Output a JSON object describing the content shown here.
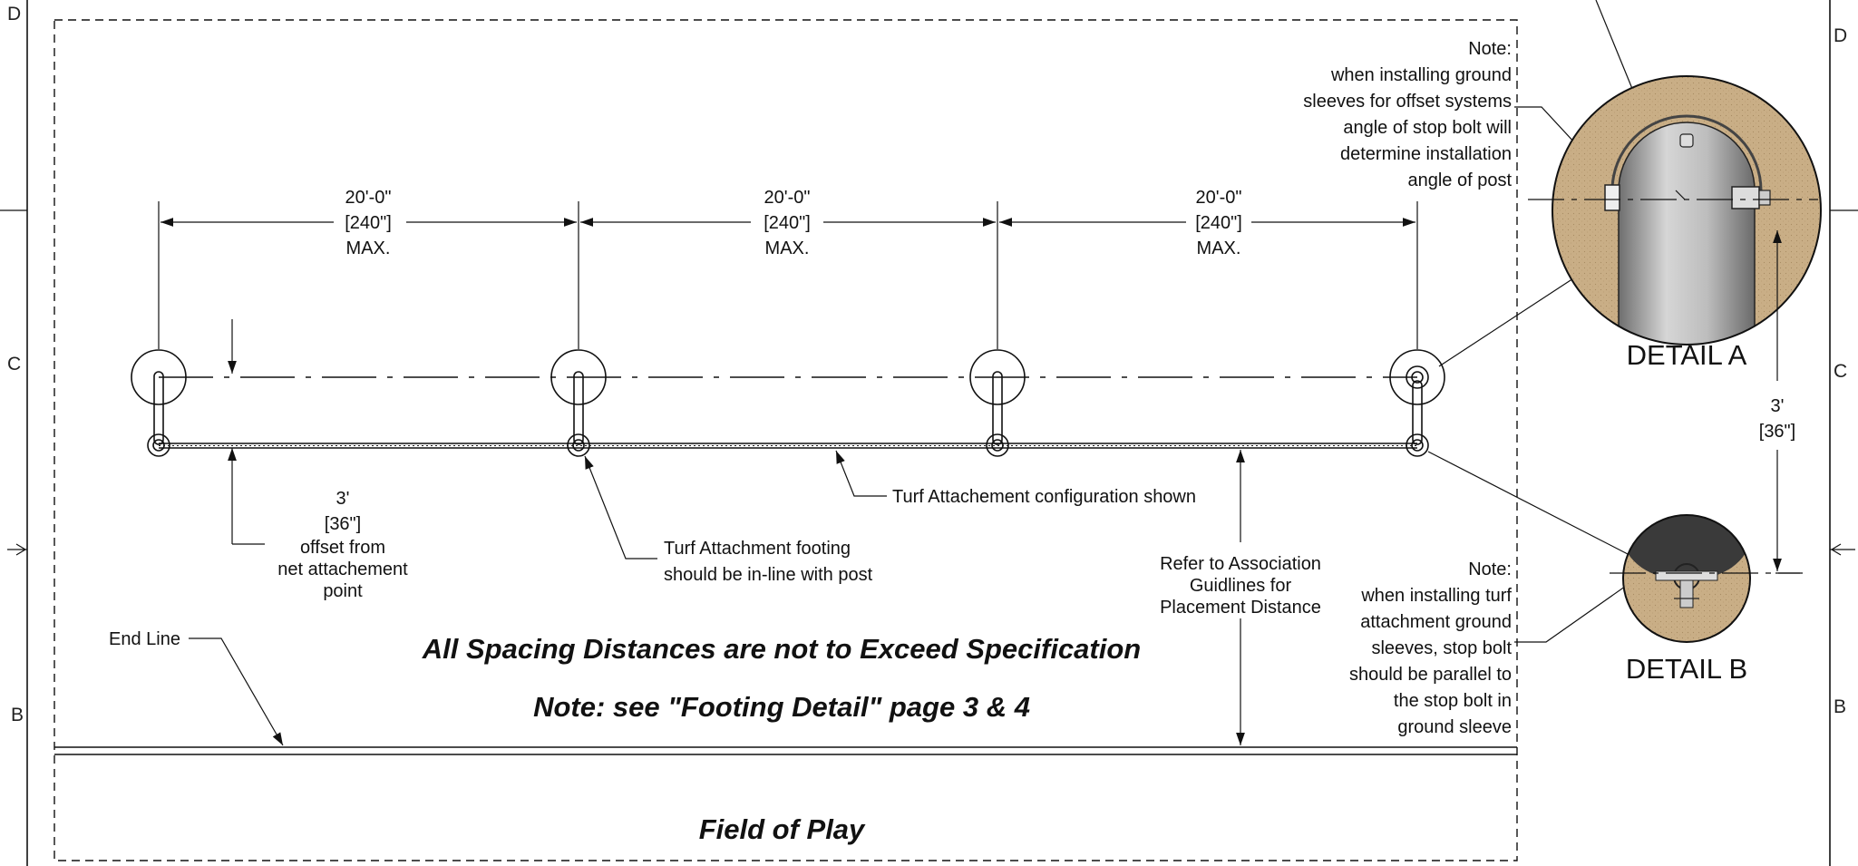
{
  "zones": {
    "left": [
      "D",
      "C",
      "B"
    ],
    "right": [
      "D",
      "C",
      "B"
    ]
  },
  "dimensions": [
    {
      "ft": "20'-0\"",
      "in": "240\"",
      "max": "MAX."
    },
    {
      "ft": "20'-0\"",
      "in": "240\"",
      "max": "MAX."
    },
    {
      "ft": "20'-0\"",
      "in": "240\"",
      "max": "MAX."
    }
  ],
  "offset_note": {
    "ft": "3'",
    "in": "36\"",
    "line1": "offset from",
    "line2": "net attachement",
    "line3": "point"
  },
  "callouts": {
    "turf_config": "Turf Attachement configuration shown",
    "footing_line1": "Turf Attachment footing",
    "footing_line2": "should be in-line with post",
    "end_line": "End Line",
    "refer_line1": "Refer to Association",
    "refer_line2": "Guidlines for",
    "refer_line3": "Placement Distance"
  },
  "note_a": [
    "Note:",
    "when installing ground",
    "sleeves for offset systems",
    "angle of stop bolt will",
    "determine installation",
    "angle of post"
  ],
  "note_b": [
    "Note:",
    "when installing turf",
    "attachment ground",
    "sleeves, stop bolt",
    "should be parallel to",
    "the stop bolt in",
    "ground sleeve"
  ],
  "headline": "All Spacing Distances are not to Exceed Specification",
  "subheadline": "Note: see \"Footing Detail\" page 3 & 4",
  "field_label": "Field of Play",
  "detail_a": "DETAIL A",
  "detail_b": "DETAIL B",
  "detail_dim": {
    "ft": "3'",
    "in": "36\""
  },
  "colors": {
    "sand": "#c9ae86",
    "post_gray": "#9a9a9a",
    "dark": "#3a3a3a"
  }
}
